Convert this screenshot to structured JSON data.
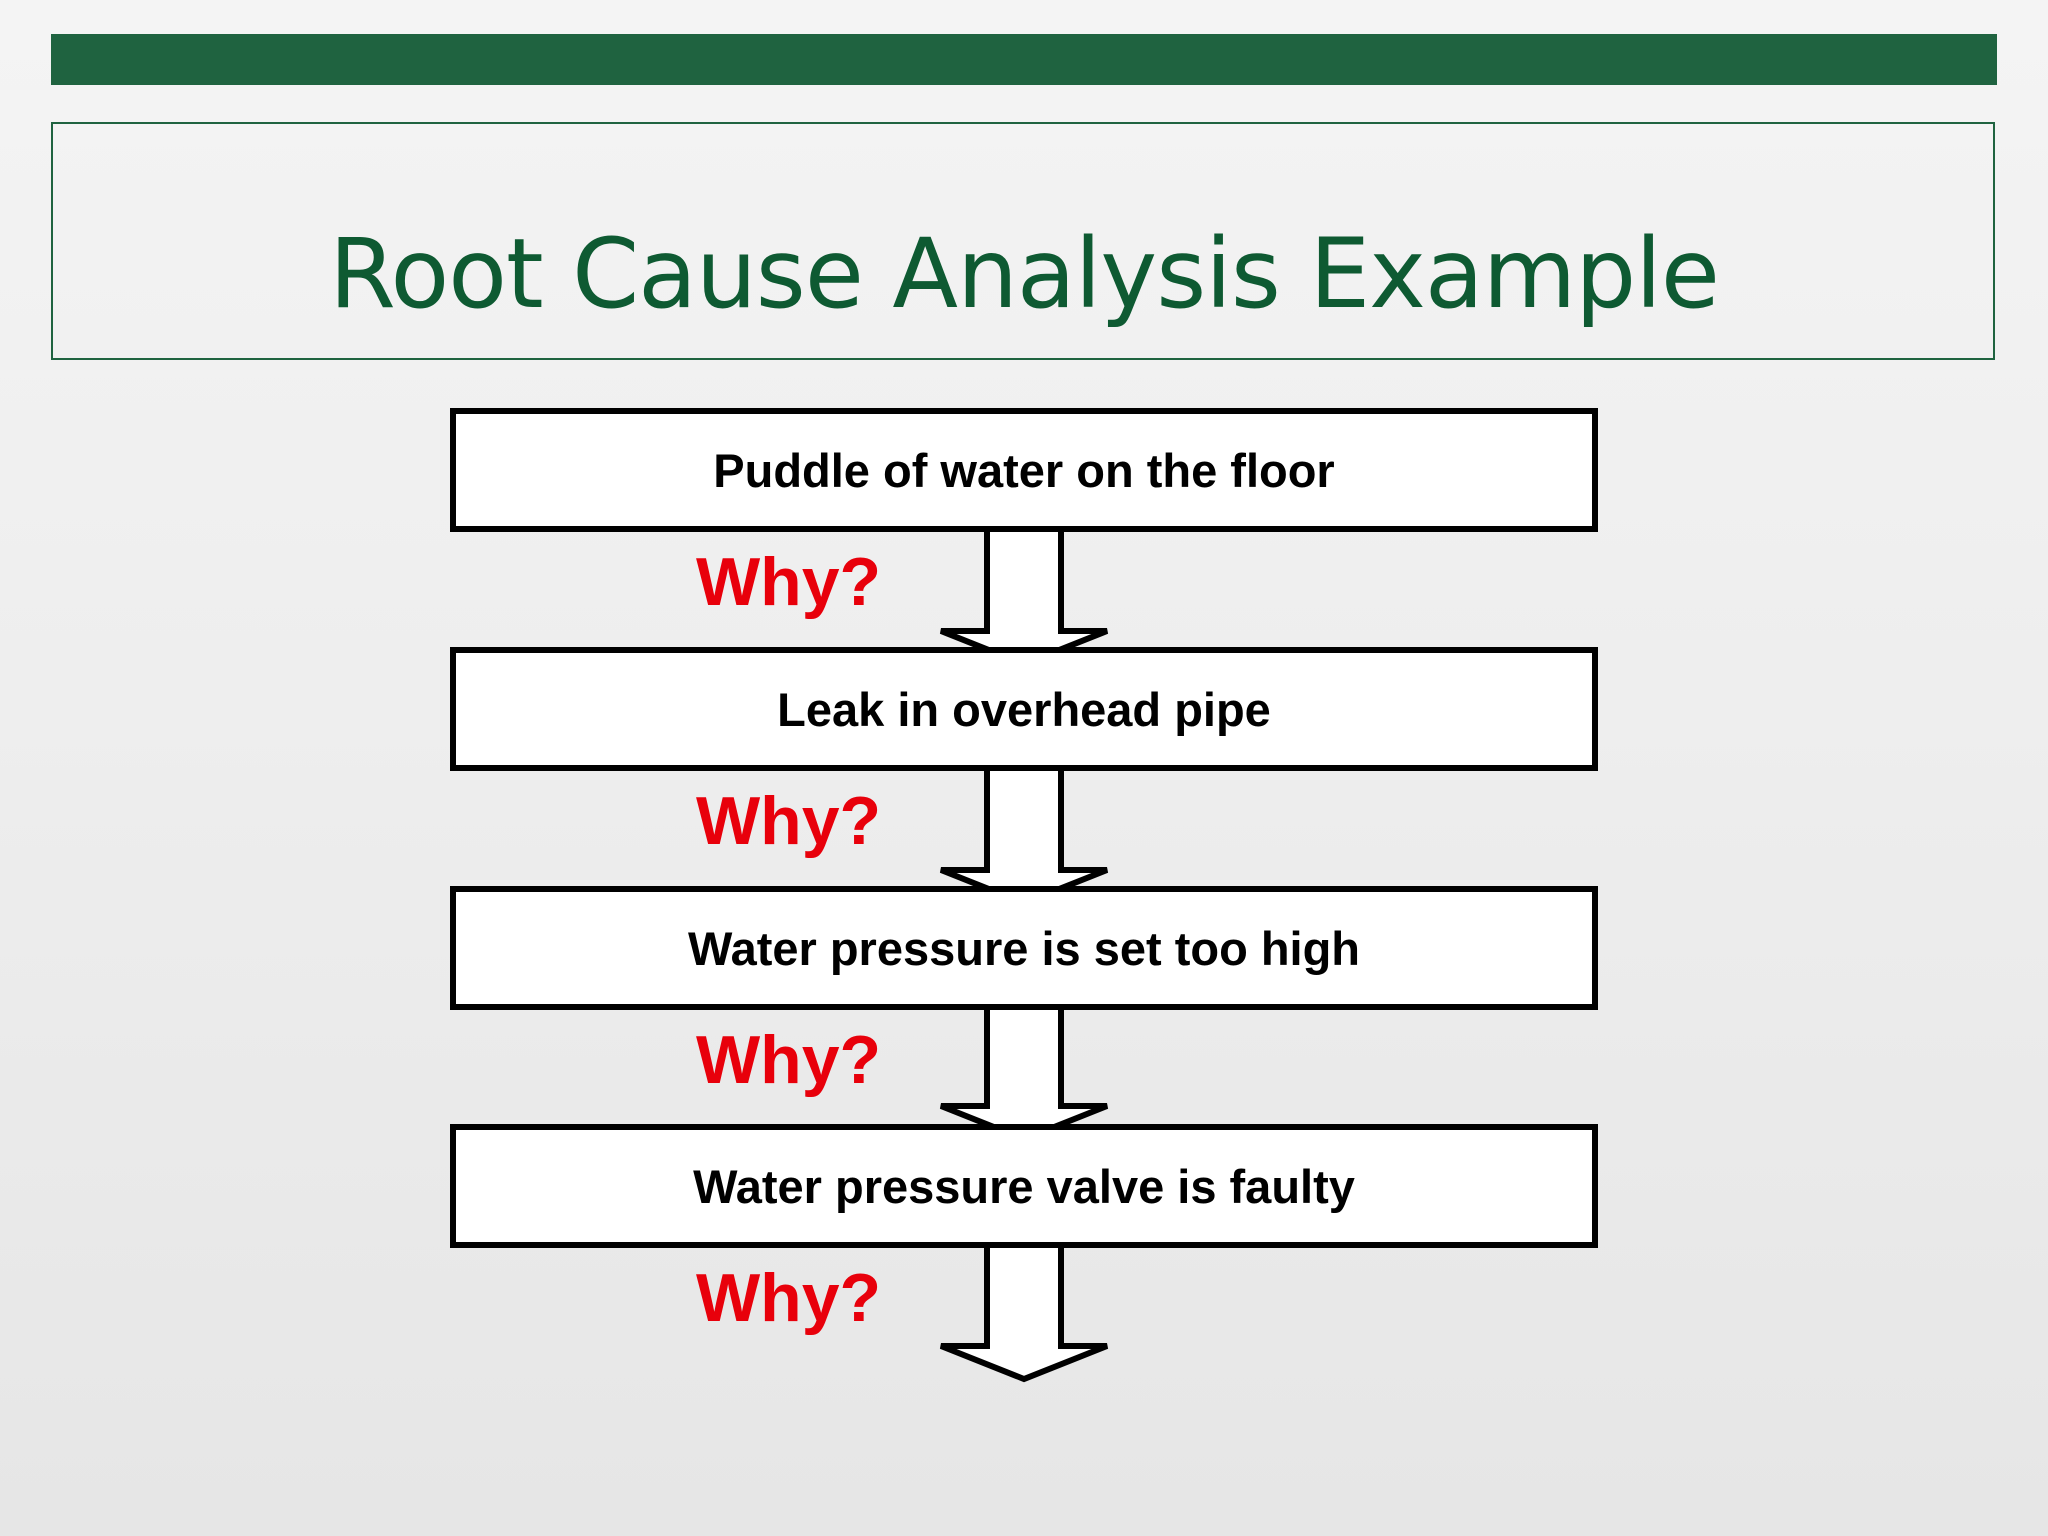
{
  "title": "Root Cause Analysis Example",
  "steps": [
    {
      "label": "Puddle of water on the floor"
    },
    {
      "label": "Leak in overhead pipe"
    },
    {
      "label": "Water pressure is set too high"
    },
    {
      "label": "Water pressure valve is faulty"
    }
  ],
  "why_labels": [
    "Why?",
    "Why?",
    "Why?",
    "Why?"
  ],
  "colors": {
    "accent_bar": "#1f6340",
    "title": "#0e5a32",
    "why": "#e8000b",
    "box_border": "#000000"
  }
}
